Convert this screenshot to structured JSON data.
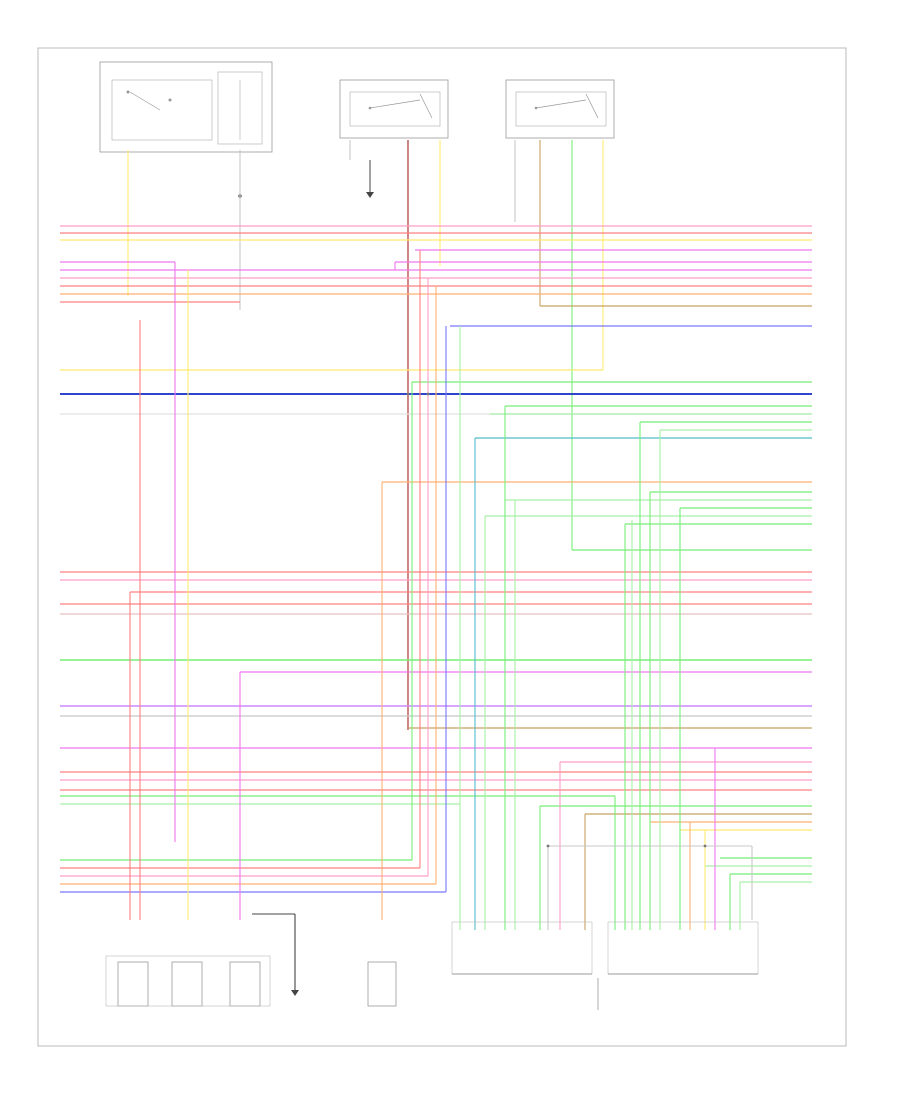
{
  "footer": {
    "code": ""
  },
  "wire_colors": {
    "red": "#ff8080",
    "pink": "#ff9ec8",
    "yellow": "#ffea70",
    "magenta": "#ee77ee",
    "violet": "#cc88ff",
    "orange": "#ffb070",
    "blue": "#7777ff",
    "navy": "#3344cc",
    "green": "#77ee77",
    "lightgreen": "#a6f0a6",
    "brown": "#c8a060",
    "gray": "#c8c8c8",
    "teal": "#55bbcc",
    "darkred": "#aa2222"
  },
  "components": {
    "top_left_box": {
      "name": "icon-component-box"
    },
    "top_mid_switch": {
      "name": "icon-switch"
    },
    "top_right_switch": {
      "name": "icon-switch"
    }
  }
}
